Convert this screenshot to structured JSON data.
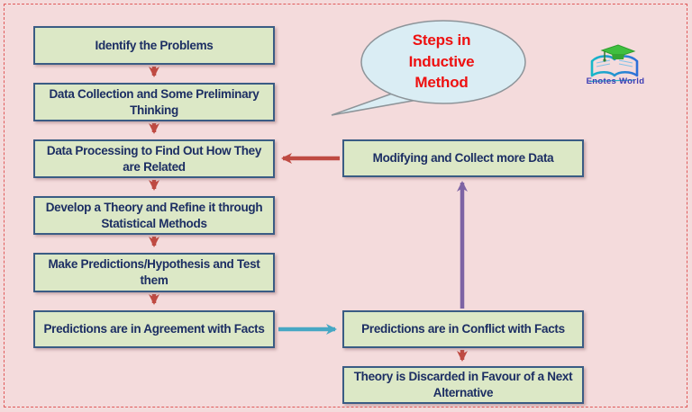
{
  "diagram": {
    "title_bubble": {
      "lines": [
        "Steps in",
        "Inductive",
        "Method"
      ],
      "text_color": "#ee1010"
    },
    "watermark": {
      "brand": "Enotes World"
    },
    "left_flow": [
      {
        "label": "Identify the Problems"
      },
      {
        "label": "Data Collection and Some Preliminary Thinking"
      },
      {
        "label": "Data Processing to Find Out How They are Related"
      },
      {
        "label": "Develop a Theory and Refine it through Statistical Methods"
      },
      {
        "label": "Make Predictions/Hypothesis and Test them"
      },
      {
        "label": "Predictions are in Agreement with Facts"
      }
    ],
    "right_flow": [
      {
        "label": "Modifying and Collect more Data"
      },
      {
        "label": "Predictions are in Conflict with Facts"
      },
      {
        "label": "Theory is Discarded in Favour of a Next Alternative"
      }
    ],
    "colors": {
      "background": "#f4dbdc",
      "page_border": "#e05a5a",
      "box_fill": "#dce8c6",
      "box_border": "#3a5c84",
      "box_text": "#1c2e63",
      "arrow_red": "#bf4a42",
      "arrow_purple": "#7d63a4",
      "arrow_teal": "#46a7c4",
      "bubble_fill": "#daedf4",
      "bubble_border": "#8d9499"
    }
  }
}
